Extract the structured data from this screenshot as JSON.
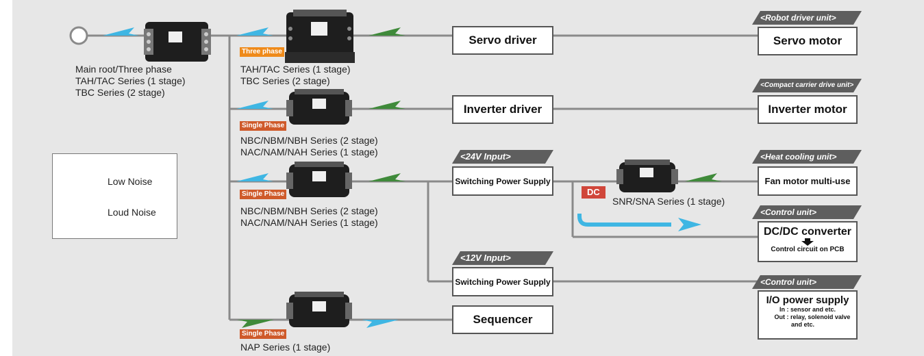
{
  "diagram": {
    "main_root_label": [
      "Main root/Three phase",
      "TAH/TAC Series (1 stage)",
      "TBC Series (2 stage)"
    ],
    "legend": {
      "low": "Low Noise",
      "loud": "Loud Noise"
    },
    "filters": [
      {
        "badge": "Three phase",
        "lines": [
          "TAH/TAC Series (1 stage)",
          "TBC Series (2 stage)"
        ]
      },
      {
        "badge": "Single Phase",
        "lines": [
          "NBC/NBM/NBH Series (2 stage)",
          "NAC/NAM/NAH Series (1 stage)"
        ]
      },
      {
        "badge": "Single Phase",
        "lines": [
          "NBC/NBM/NBH Series (2 stage)",
          "NAC/NAM/NAH Series (1 stage)"
        ]
      },
      {
        "badge": "Single Phase",
        "lines": [
          "NAP Series (1 stage)"
        ]
      }
    ],
    "middle_boxes": {
      "servo_driver": "Servo driver",
      "inverter_driver": "Inverter driver",
      "sps_24_tag": "<24V Input>",
      "sps_24": "Switching Power Supply",
      "sps_12_tag": "<12V Input>",
      "sps_12": "Switching Power Supply",
      "sequencer": "Sequencer"
    },
    "dc": {
      "badge": "DC",
      "label": "SNR/SNA Series (1 stage)"
    },
    "right_units": {
      "robot_tag": "<Robot driver unit>",
      "servo_motor": "Servo motor",
      "compact_tag": "<Compact carrier drive unit>",
      "inverter_motor": "Inverter motor",
      "heat_tag": "<Heat cooling unit>",
      "fan_motor": "Fan motor multi-use",
      "control_tag_1": "<Control unit>",
      "dcdc_title": "DC/DC converter",
      "dcdc_sub": "Control circuit on PCB",
      "control_tag_2": "<Control unit>",
      "io_title": "I/O power supply",
      "io_in_key": "In",
      "io_in_val": ": sensor and etc.",
      "io_out_key": "Out",
      "io_out_val": ": relay, solenoid valve",
      "io_out_val2": "and etc."
    },
    "colors": {
      "low_noise": "#3fb6e3",
      "loud_noise": "#3f8a3a",
      "three_phase_badge": "#ef8a1a",
      "single_phase_badge": "#cf5a2a",
      "dc_badge": "#d0463a",
      "tag": "#5e5e5e",
      "line": "#8a8a8a"
    }
  }
}
